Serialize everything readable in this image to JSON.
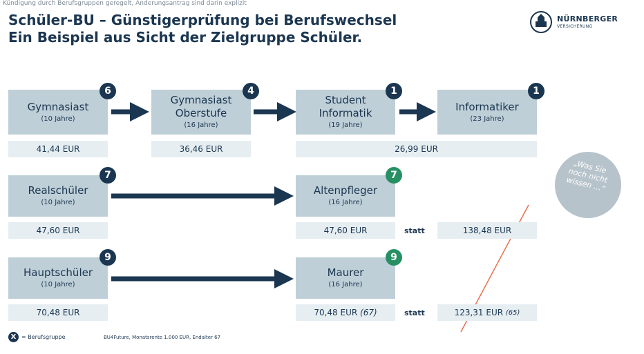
{
  "top_note": "Kündigung durch Berufsgruppen geregelt, Änderungsantrag sind darin explizit",
  "title": {
    "line1": "Schüler-BU – Günstigerprüfung bei Berufswechsel",
    "line2": "Ein Beispiel aus Sicht der Zielgruppe Schüler."
  },
  "logo": {
    "brand": "NÜRNBERGER",
    "sub": "VERSICHERUNG"
  },
  "colors": {
    "navy": "#1b3650",
    "box": "#bfcfd8",
    "price_bg": "#e6eef2",
    "green_badge": "#279063",
    "strike": "#e8704f"
  },
  "rows": [
    {
      "stages": [
        {
          "name": "Gymnasiast",
          "years": "(10 Jahre)",
          "group": "6",
          "badge": "dark"
        },
        {
          "name": "Gymnasiast\nOberstufe",
          "years": "(16 Jahre)",
          "group": "4",
          "badge": "dark"
        },
        {
          "name": "Student\nInformatik",
          "years": "(19 Jahre)",
          "group": "1",
          "badge": "dark"
        },
        {
          "name": "Informatiker",
          "years": "(23 Jahre)",
          "group": "1",
          "badge": "dark"
        }
      ],
      "prices": [
        "41,44 EUR",
        "36,46 EUR",
        "26,99 EUR"
      ]
    },
    {
      "stages": [
        {
          "name": "Realschüler",
          "years": "(10 Jahre)",
          "group": "7",
          "badge": "dark"
        },
        {
          "name": "Altenpfleger",
          "years": "(16 Jahre)",
          "group": "7",
          "badge": "green"
        }
      ],
      "prices": [
        "47,60 EUR",
        "47,60 EUR"
      ],
      "statt_label": "statt",
      "statt_price": "138,48 EUR"
    },
    {
      "stages": [
        {
          "name": "Hauptschüler",
          "years": "(10 Jahre)",
          "group": "9",
          "badge": "dark"
        },
        {
          "name": "Maurer",
          "years": "(16 Jahre)",
          "group": "9",
          "badge": "green"
        }
      ],
      "prices": [
        "70,48 EUR"
      ],
      "target_price": "70,48 EUR",
      "target_age": "(67)",
      "statt_label": "statt",
      "statt_price": "123,31 EUR",
      "statt_age": "(65)"
    }
  ],
  "callout": "„Was Sie\nnoch nicht\nwissen …“",
  "legend": {
    "symbol": "X",
    "text": "= Berufsgruppe"
  },
  "footnote": "BU4Future, Monatsrente 1.000 EUR, Endalter 67"
}
